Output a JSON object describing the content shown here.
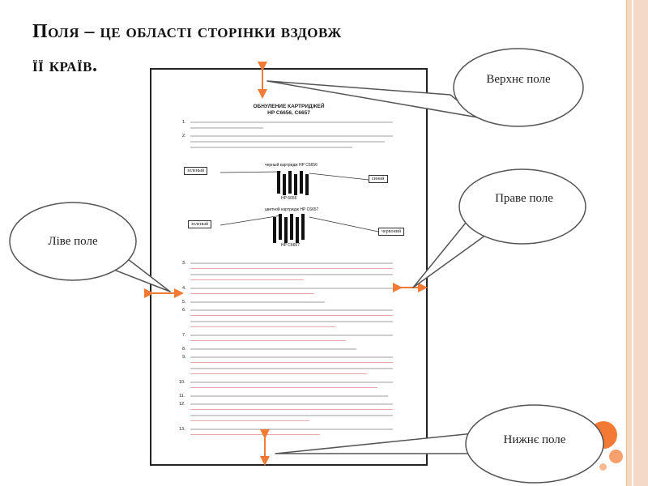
{
  "slide": {
    "title_line1": "Поля – це області сторінки вздовж",
    "title_line2": "її країв."
  },
  "document": {
    "heading": "ОБНУЛЕНИЕ КАРТРИДЖЕЙ",
    "subheading": "HP C6656, C6657",
    "items_top": [
      "1.",
      "2."
    ],
    "items_bottom": [
      "3.",
      "4.",
      "5.",
      "6.",
      "7.",
      "8.",
      "9.",
      "10.",
      "11.",
      "12.",
      "13."
    ],
    "cartridge1_title": "черный картридж HP C6656",
    "cartridge1_model": "HP 6656",
    "cartridge1_label_left": "зеленый",
    "cartridge1_label_right": "синий",
    "cartridge2_title": "цветной картридж HP C6657",
    "cartridge2_model": "HP C6657",
    "cartridge2_label_left": "зеленый",
    "cartridge2_label_right": "червоний"
  },
  "callouts": {
    "top": "Верхнє поле",
    "right": "Праве поле",
    "left": "Ліве поле",
    "bottom": "Нижнє поле"
  },
  "colors": {
    "accent": "#f37a35",
    "arrow": "#f37a35",
    "stripe": "#f4d9c6"
  }
}
